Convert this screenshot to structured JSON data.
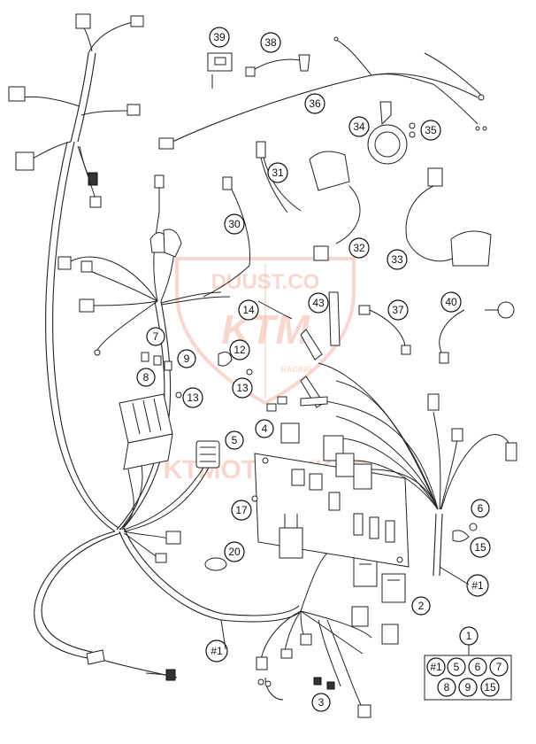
{
  "watermark": {
    "top_text": "DUUST.CO",
    "mid_text": "KTM",
    "small_text": "RACING",
    "bottom_text": "KTMOTOCYKLE",
    "color": "#f3b7a8"
  },
  "callouts": [
    {
      "id": "c39",
      "label": "39"
    },
    {
      "id": "c38",
      "label": "38"
    },
    {
      "id": "c36",
      "label": "36"
    },
    {
      "id": "c34",
      "label": "34"
    },
    {
      "id": "c35",
      "label": "35"
    },
    {
      "id": "c31",
      "label": "31"
    },
    {
      "id": "c30",
      "label": "30"
    },
    {
      "id": "c32",
      "label": "32"
    },
    {
      "id": "c33",
      "label": "33"
    },
    {
      "id": "c43",
      "label": "43"
    },
    {
      "id": "c14",
      "label": "14"
    },
    {
      "id": "c37",
      "label": "37"
    },
    {
      "id": "c40",
      "label": "40"
    },
    {
      "id": "c7",
      "label": "7"
    },
    {
      "id": "c8",
      "label": "8"
    },
    {
      "id": "c9",
      "label": "9"
    },
    {
      "id": "c12",
      "label": "12"
    },
    {
      "id": "c13a",
      "label": "13"
    },
    {
      "id": "c13b",
      "label": "13"
    },
    {
      "id": "c4",
      "label": "4"
    },
    {
      "id": "c5",
      "label": "5"
    },
    {
      "id": "c17",
      "label": "17"
    },
    {
      "id": "c20",
      "label": "20"
    },
    {
      "id": "c6",
      "label": "6"
    },
    {
      "id": "c15",
      "label": "15"
    },
    {
      "id": "c2",
      "label": "2"
    },
    {
      "id": "c1",
      "label": "1"
    },
    {
      "id": "c3",
      "label": "3"
    },
    {
      "id": "ch1a",
      "label": "#1"
    },
    {
      "id": "ch1b",
      "label": "#1"
    }
  ],
  "kit_key": {
    "title": "1",
    "items": [
      "#1",
      "5",
      "6",
      "7",
      "8",
      "9",
      "15"
    ]
  }
}
